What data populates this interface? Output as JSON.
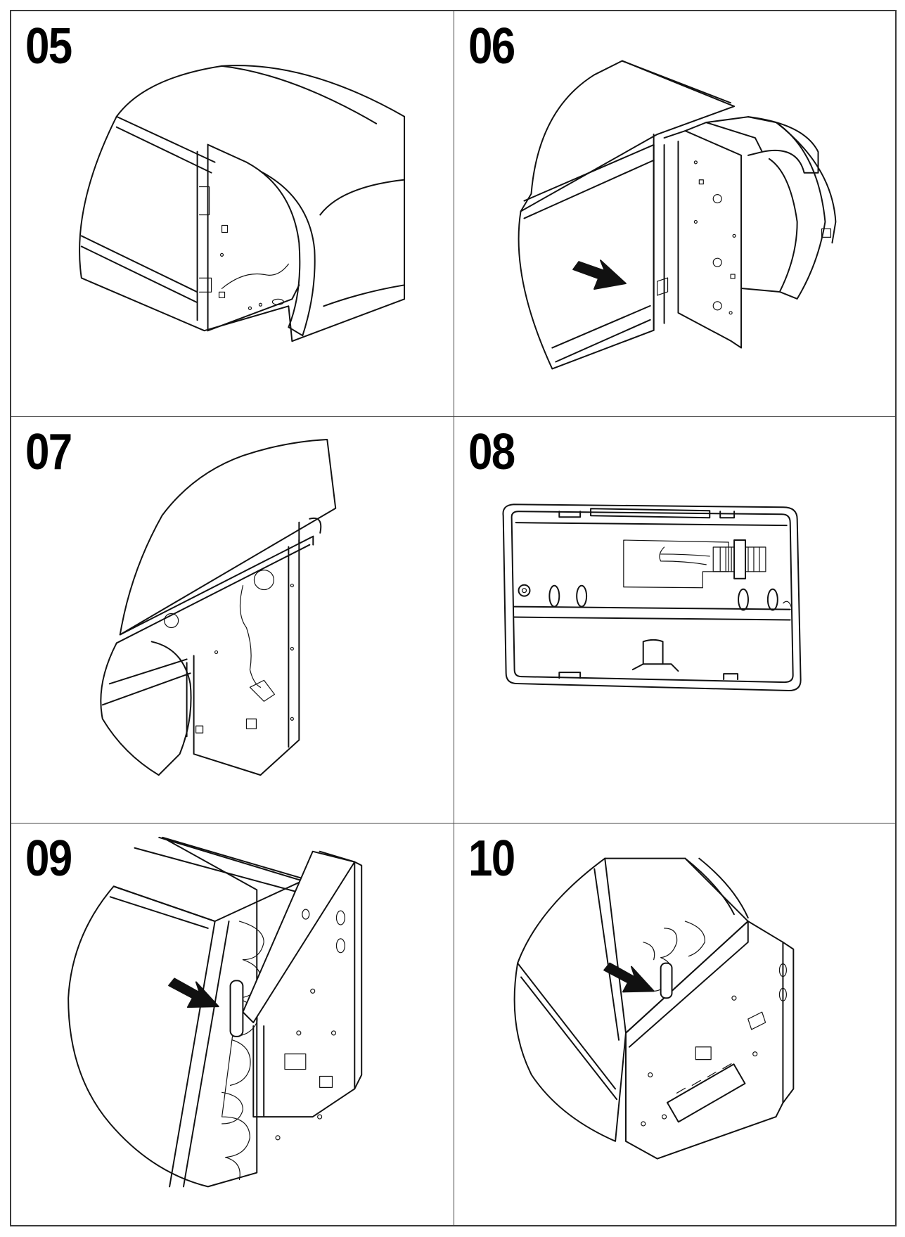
{
  "steps": [
    {
      "number": "05",
      "image": "indoor-unit-side-cover-attached"
    },
    {
      "number": "06",
      "image": "side-cover-removed-clip-arrow"
    },
    {
      "number": "07",
      "image": "side-panel-wire-clip"
    },
    {
      "number": "08",
      "image": "side-cover-inner-view-connector"
    },
    {
      "number": "09",
      "image": "evaporator-sensor-arrow"
    },
    {
      "number": "10",
      "image": "pipe-sensor-arrow-control-box"
    }
  ],
  "colors": {
    "line": "#111111",
    "border": "#3a3a3a",
    "background": "#ffffff"
  }
}
